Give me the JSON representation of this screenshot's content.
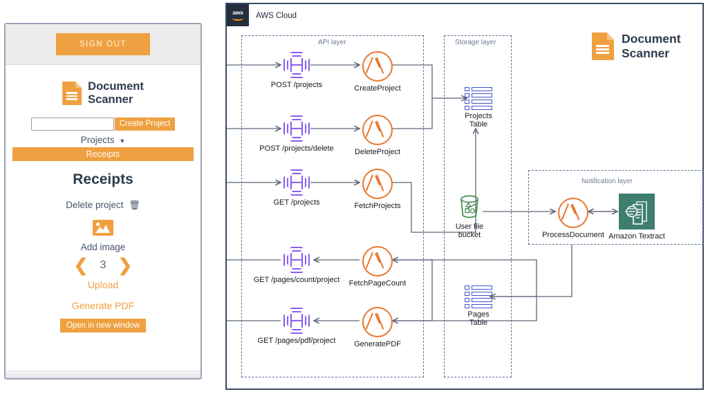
{
  "colors": {
    "orange": "#efa040",
    "lambda_orange": "#E8762D",
    "apigw_purple": "#8A5CF0",
    "dynamodb_blue": "#4254C8",
    "s3_green": "#3F8C4B",
    "textract_green": "#3F7E6E",
    "aws_navy": "#232f3e",
    "dash_blue": "#5b7099"
  },
  "app": {
    "signout_label": "SIGN OUT",
    "brand": {
      "line1": "Document",
      "line2": "Scanner",
      "icon": "document-scanner-icon"
    },
    "project_input_value": "",
    "project_input_placeholder": "",
    "create_project_label": "Create Project",
    "projects_dropdown_label": "Projects",
    "projects_dropdown_caret": "▼",
    "selected_project": "Receipts",
    "page_title": "Receipts",
    "delete_project_label": "Delete project",
    "trash_icon": "🗑",
    "add_image_label": "Add image",
    "pager": {
      "prev": "❮",
      "page": "3",
      "next": "❯"
    },
    "upload_label": "Upload",
    "generate_pdf_label": "Generate PDF",
    "open_new_window_label": "Open in new window"
  },
  "diagram": {
    "cloud_label": "AWS Cloud",
    "aws_badge_text": "aws",
    "brand": {
      "line1": "Document",
      "line2": "Scanner"
    },
    "layers": [
      {
        "id": "api",
        "label": "API layer"
      },
      {
        "id": "storage",
        "label": "Storage layer"
      },
      {
        "id": "notification",
        "label": "Notification layer"
      }
    ],
    "api_rows": [
      {
        "endpoint": "POST /projects",
        "lambda": "CreateProject"
      },
      {
        "endpoint": "POST  /projects/delete",
        "lambda": "DeleteProject"
      },
      {
        "endpoint": "GET /projects",
        "lambda": "FetchProjects"
      },
      {
        "endpoint": "GET /pages/count/project",
        "lambda": "FetchPageCount"
      },
      {
        "endpoint": "GET /pages/pdf/project",
        "lambda": "GeneratePDF"
      }
    ],
    "storage_nodes": [
      {
        "id": "projects-table",
        "line1": "Projects",
        "line2": "Table",
        "icon": "dynamodb-table-icon"
      },
      {
        "id": "user-file-bucket",
        "line1": "User file",
        "line2": "bucket",
        "icon": "s3-bucket-icon"
      },
      {
        "id": "pages-table",
        "line1": "Pages",
        "line2": "Table",
        "icon": "dynamodb-table-icon"
      }
    ],
    "notification_nodes": [
      {
        "id": "process-document",
        "label": "ProcessDocument",
        "icon": "lambda-icon"
      },
      {
        "id": "amazon-textract",
        "label": "Amazon Textract",
        "icon": "textract-icon"
      }
    ]
  }
}
